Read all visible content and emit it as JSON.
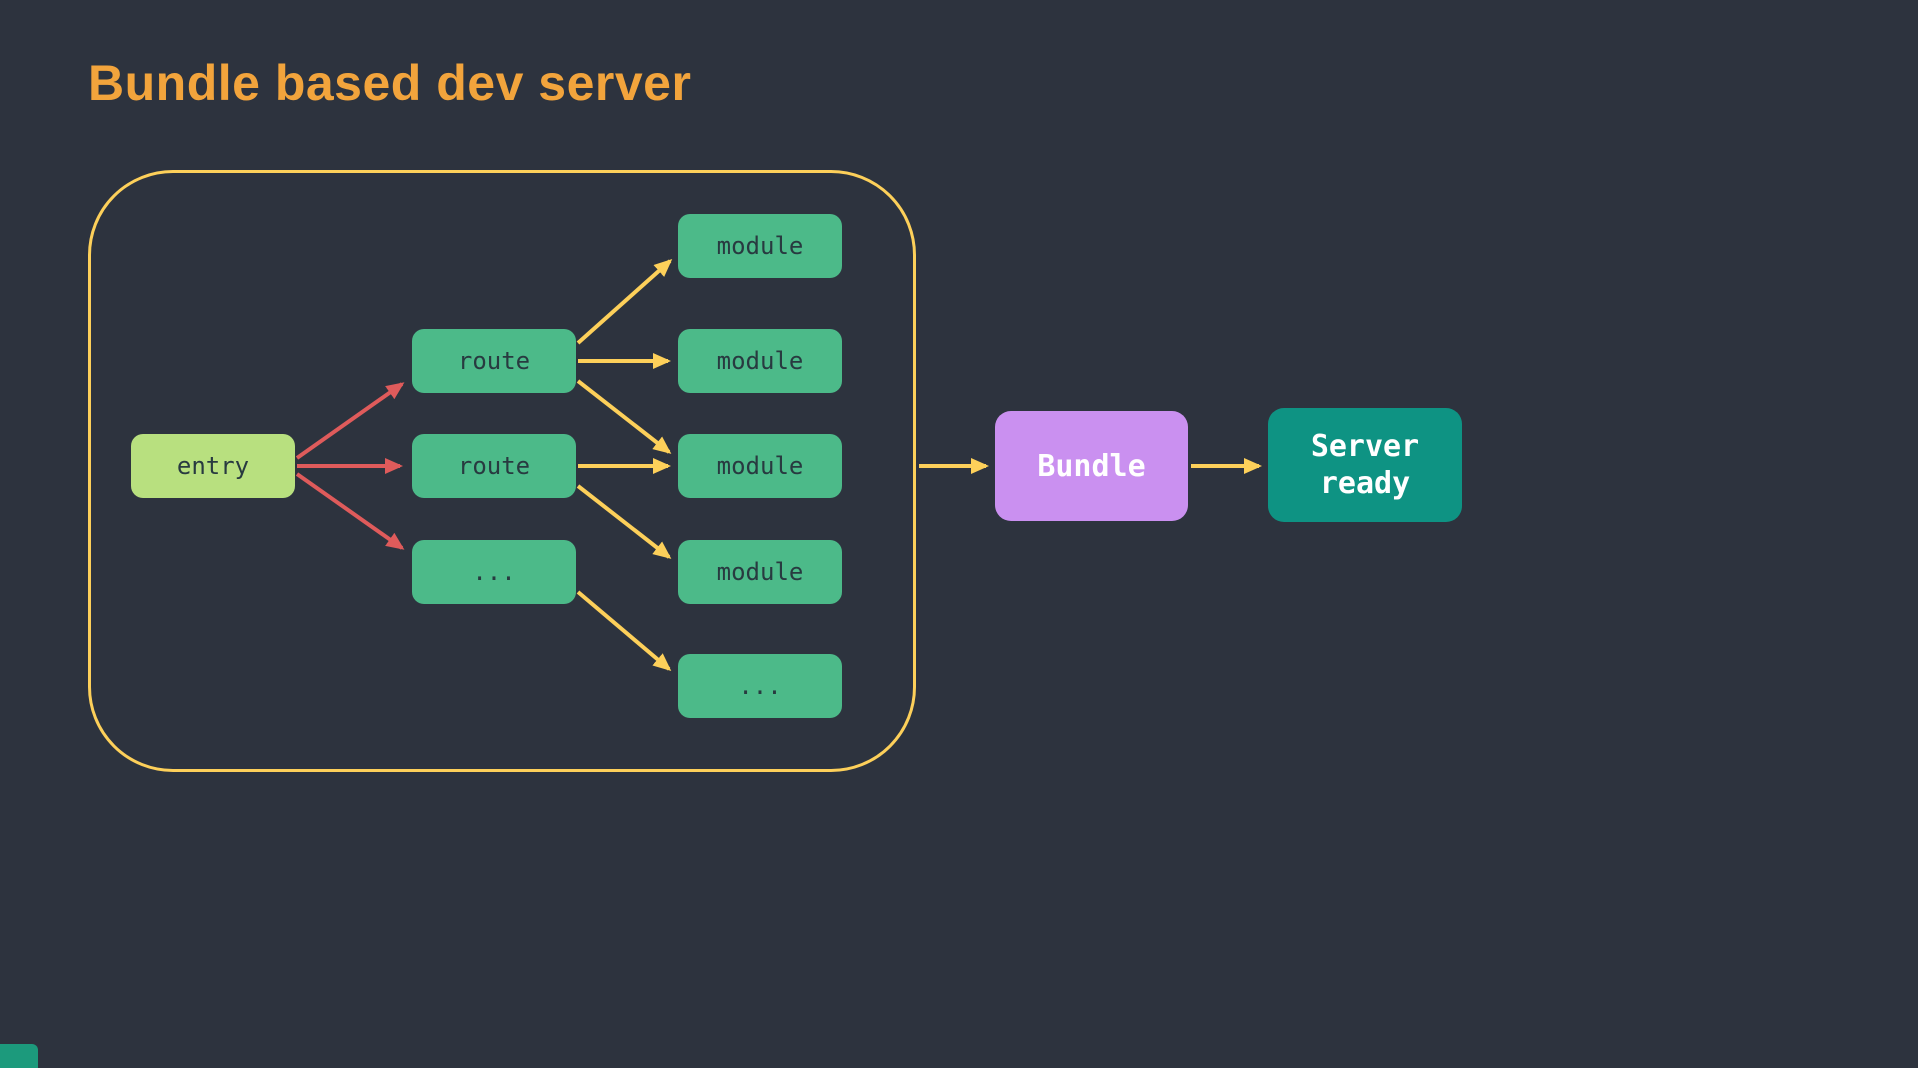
{
  "title": "Bundle based dev server",
  "colors": {
    "background": "#2d333e",
    "title": "#f2a43c",
    "container_border": "#fdd05a",
    "arrow_yellow": "#fdd05a",
    "arrow_red": "#df5b5b",
    "entry_bg": "#b8e07f",
    "node_bg": "#4cba89",
    "node_text": "#283a40",
    "bundle_bg": "#ca90f0",
    "server_bg": "#0e9383",
    "light_text": "#ffffff",
    "offscreen_shape": "#1c9a7c"
  },
  "nodes": {
    "entry": "entry",
    "routes": [
      "route",
      "route",
      "..."
    ],
    "modules": [
      "module",
      "module",
      "module",
      "module",
      "..."
    ],
    "bundle": "Bundle",
    "server_ready": "Server ready"
  },
  "edges": [
    {
      "from": "entry",
      "to": "route-1",
      "style": "red"
    },
    {
      "from": "entry",
      "to": "route-2",
      "style": "red"
    },
    {
      "from": "entry",
      "to": "route-ellipsis",
      "style": "red"
    },
    {
      "from": "route-1",
      "to": "module-1",
      "style": "yellow"
    },
    {
      "from": "route-1",
      "to": "module-2",
      "style": "yellow"
    },
    {
      "from": "route-1",
      "to": "module-3",
      "style": "yellow"
    },
    {
      "from": "route-2",
      "to": "module-3",
      "style": "yellow"
    },
    {
      "from": "route-2",
      "to": "module-4",
      "style": "yellow"
    },
    {
      "from": "route-ellipsis",
      "to": "module-ellipsis",
      "style": "yellow"
    },
    {
      "from": "container",
      "to": "bundle",
      "style": "yellow"
    },
    {
      "from": "bundle",
      "to": "server-ready",
      "style": "yellow"
    }
  ]
}
